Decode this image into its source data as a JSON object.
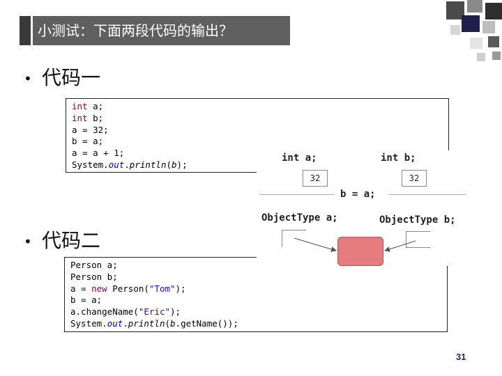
{
  "slide": {
    "title": "小测试：下面两段代码的输出？",
    "page_number": "31"
  },
  "section1": {
    "heading": "代码一",
    "code": [
      [
        {
          "t": "int",
          "c": "kw"
        },
        {
          "t": " a;"
        }
      ],
      [
        {
          "t": "int",
          "c": "kw"
        },
        {
          "t": " b;"
        }
      ],
      [
        {
          "t": "a = 32;"
        }
      ],
      [
        {
          "t": "b = a;"
        }
      ],
      [
        {
          "t": "a = a + 1;"
        }
      ],
      [
        {
          "t": "System."
        },
        {
          "t": "out",
          "c": "fld"
        },
        {
          "t": "."
        },
        {
          "t": "println",
          "c": "it"
        },
        {
          "t": "("
        },
        {
          "t": "b",
          "c": "it"
        },
        {
          "t": ");"
        }
      ]
    ]
  },
  "section2": {
    "heading": "代码二",
    "code": [
      [
        {
          "t": "Person a;"
        }
      ],
      [
        {
          "t": "Person b;"
        }
      ],
      [
        {
          "t": "a = "
        },
        {
          "t": "new",
          "c": "kw"
        },
        {
          "t": " Person("
        },
        {
          "t": "\"Tom\"",
          "c": "str"
        },
        {
          "t": ");"
        }
      ],
      [
        {
          "t": "b = a;"
        }
      ],
      [
        {
          "t": "a.changeName("
        },
        {
          "t": "\"Eric\"",
          "c": "str"
        },
        {
          "t": ");"
        }
      ],
      [
        {
          "t": "System."
        },
        {
          "t": "out",
          "c": "fld"
        },
        {
          "t": "."
        },
        {
          "t": "println",
          "c": "it"
        },
        {
          "t": "("
        },
        {
          "t": "b",
          "c": "it"
        },
        {
          "t": ".getName());"
        }
      ]
    ]
  },
  "diagram": {
    "label_int_a": "int a;",
    "label_int_b": "int b;",
    "val_a": "32",
    "val_b": "32",
    "assign": "b = a;",
    "label_obj_a": "ObjectType a;",
    "label_obj_b": "ObjectType b;",
    "object_color": "#e57d7f"
  },
  "colors": {
    "title_bar": "#5f5f5f",
    "keyword": "#7f0055",
    "string": "#2a00ff",
    "page_number": "#1f2a6b"
  }
}
